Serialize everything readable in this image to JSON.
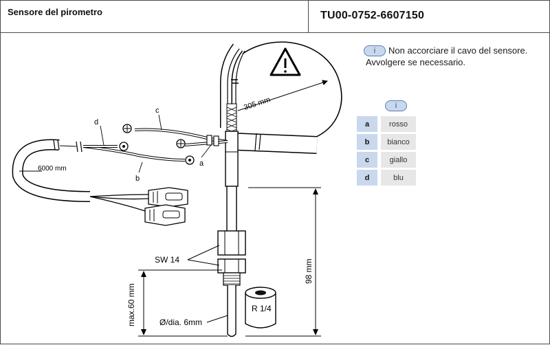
{
  "header": {
    "title": "Sensore del pirometro",
    "part_number": "TU00-0752-6607150"
  },
  "note": {
    "icon_text": "i",
    "line1": "Non accorciare il cavo del sensore.",
    "line2": "Avvolgere se necessario."
  },
  "legend": {
    "icon_text": "i",
    "rows": [
      {
        "key": "a",
        "value": "rosso"
      },
      {
        "key": "b",
        "value": "bianco"
      },
      {
        "key": "c",
        "value": "giallo"
      },
      {
        "key": "d",
        "value": "blu"
      }
    ]
  },
  "drawing": {
    "label_305": "305 mm",
    "label_6000": "6000 mm",
    "wire_a": "a",
    "wire_b": "b",
    "wire_c": "c",
    "wire_d": "d",
    "label_sw": "SW 14",
    "label_diameter": "Ø/dia. 6mm",
    "label_r14": "R 1/4",
    "label_98": "98 mm",
    "label_max60": "max.60 mm"
  },
  "colors": {
    "accent_blue": "#c9d8ec",
    "legend_gray": "#e7e7e7"
  }
}
